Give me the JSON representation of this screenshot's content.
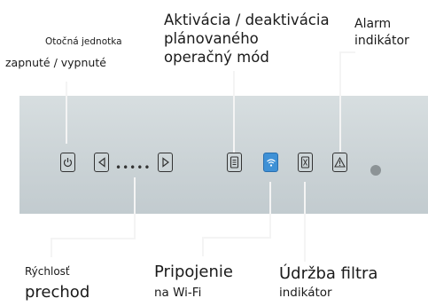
{
  "labels": {
    "power_title": "Otočná jednotka",
    "power_subtitle": "zapnuté / vypnuté",
    "schedule_line1": "Aktivácia / deaktivácia",
    "schedule_line2": "plánovaného",
    "schedule_line3": "operačný mód",
    "alarm_line1": "Alarm",
    "alarm_line2": "indikátor",
    "speed_line1": "Rýchlosť",
    "speed_line2": "prechod",
    "wifi_line1": "Pripojenie",
    "wifi_line2": "na Wi-Fi",
    "filter_line1": "Údržba filtra",
    "filter_line2": "indikátor"
  },
  "panel": {
    "speed_dots": "•••••"
  },
  "colors": {
    "panel": "#cbd3d6",
    "wifi_button": "#3f91d6",
    "leader_lines": "#f4f4f4",
    "led": "#8c9396"
  },
  "icons": {
    "power": "power-icon",
    "left": "chevron-left-icon",
    "right": "chevron-right-icon",
    "schedule": "schedule-icon",
    "wifi": "wifi-icon",
    "filter": "filter-icon",
    "alarm": "warning-icon"
  }
}
